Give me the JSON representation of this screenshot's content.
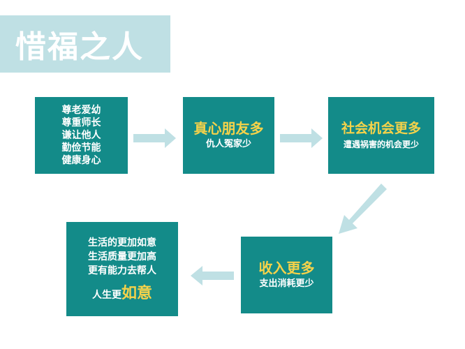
{
  "title": "惜福之人",
  "box1": {
    "lines": [
      "尊老爱幼",
      "尊重师长",
      "谦让他人",
      "勤俭节能",
      "健康身心"
    ]
  },
  "box2": {
    "heading": "真心朋友多",
    "sub": "仇人冤家少"
  },
  "box3": {
    "heading": "社会机会更多",
    "sub": "遭遇祸害的机会更少"
  },
  "box4": {
    "heading": "收入更多",
    "sub": "支出消耗更少"
  },
  "box5": {
    "lines": [
      "生活的更加如意",
      "生活质量更加高",
      "更有能力去帮人"
    ],
    "last_prefix": "人生更",
    "last_highlight": "如意"
  },
  "colors": {
    "box_fill": "#138b89",
    "title_fill": "#bfe0e4",
    "arrow_fill": "#bfe0e4",
    "highlight": "#f5d24a"
  }
}
